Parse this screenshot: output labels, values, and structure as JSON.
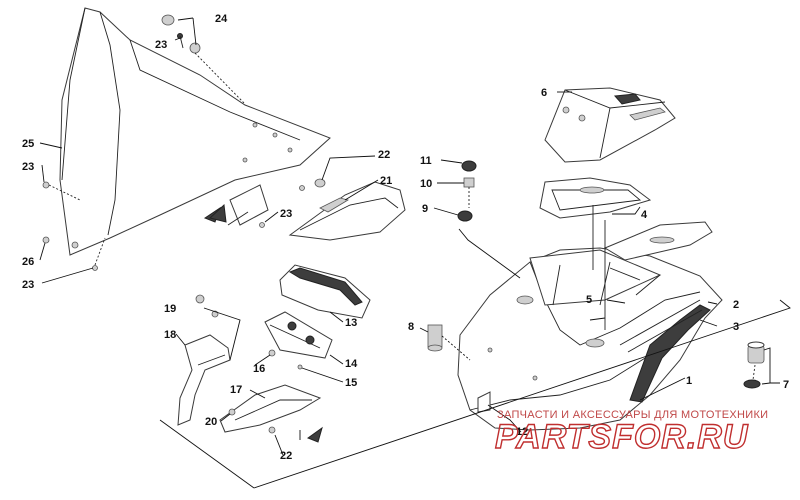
{
  "callouts": {
    "n1": "1",
    "n2": "2",
    "n3": "3",
    "n4": "4",
    "n5": "5",
    "n6": "6",
    "n7": "7",
    "n8": "8",
    "n9": "9",
    "n10": "10",
    "n11": "11",
    "n12": "12",
    "n13": "13",
    "n14": "14",
    "n15": "15",
    "n16": "16",
    "n17": "17",
    "n18": "18",
    "n19": "19",
    "n20": "20",
    "n21": "21",
    "n22a": "22",
    "n22b": "22",
    "n23a": "23",
    "n23b": "23",
    "n23c": "23",
    "n23d": "23",
    "n24": "24",
    "n25": "25",
    "n26": "26"
  },
  "watermark": {
    "tagline": "ЗАПЧАСТИ И АКСЕССУАРЫ ДЛЯ МОТОТЕХНИКИ",
    "brand": "PARTSFOR.RU"
  }
}
